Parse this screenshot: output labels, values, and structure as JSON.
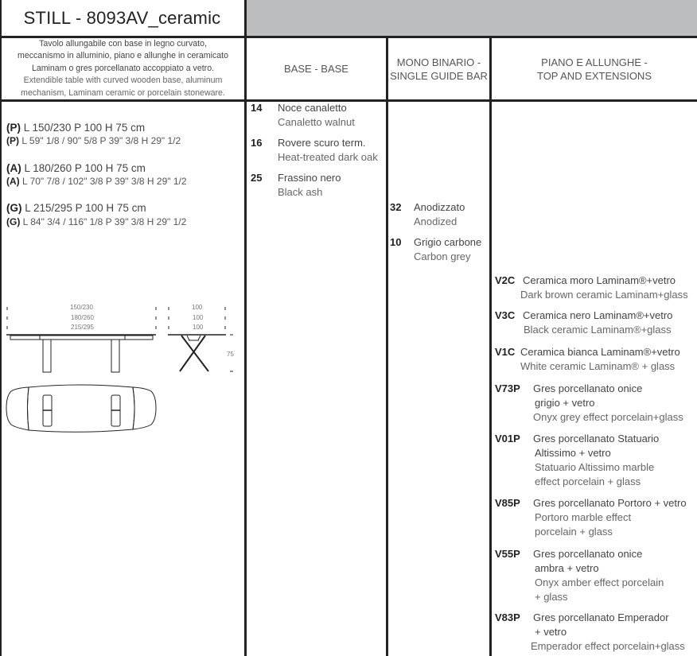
{
  "header": {
    "title": "STILL - 8093AV_ceramic",
    "band_color": "#bcbdbf"
  },
  "description": {
    "it": [
      "Tavolo allungabile con base in legno curvato,",
      "meccanismo in alluminio, piano e allunghe in ceramicato",
      "Laminam o gres porcellanato accoppiato a vetro."
    ],
    "en": [
      "Extendible table with curved wooden base, aluminum",
      "mechanism, Laminam ceramic or porcelain stoneware."
    ]
  },
  "columns": {
    "base": "BASE - BASE",
    "guide_line1": "MONO BINARIO -",
    "guide_line2": "SINGLE GUIDE BAR",
    "top_line1": "PIANO E ALLUNGHE -",
    "top_line2": "TOP AND EXTENSIONS"
  },
  "sizes": [
    {
      "code": "(P)",
      "cm": "L 150/230 P 100 H 75 cm",
      "inch": "L 59\" 1/8 / 90\" 5/8 P 39\" 3/8 H 29\" 1/2"
    },
    {
      "code": "(A)",
      "cm": "L 180/260 P 100 H 75 cm",
      "inch": "L 70\" 7/8 / 102\" 3/8 P 39\" 3/8 H 29\" 1/2"
    },
    {
      "code": "(G)",
      "cm": "L 215/295 P 100 H 75 cm",
      "inch": "L  84\" 3/4 / 116\" 1/8 P 39\" 3/8 H 29\" 1/2"
    }
  ],
  "drawing": {
    "lengths": [
      "150/230",
      "180/260",
      "215/295"
    ],
    "depths": [
      "100",
      "100",
      "100"
    ],
    "height": "75"
  },
  "base_finishes": [
    {
      "code": "14",
      "it": "Noce canaletto",
      "en": "Canaletto walnut"
    },
    {
      "code": "16",
      "it": "Rovere scuro term.",
      "en": "Heat-treated dark oak"
    },
    {
      "code": "25",
      "it": "Frassino nero",
      "en": "Black ash"
    }
  ],
  "guide_finishes": [
    {
      "code": "32",
      "it": "Anodizzato",
      "en": "Anodized"
    },
    {
      "code": "10",
      "it": "Grigio carbone",
      "en": "Carbon grey"
    }
  ],
  "tops": [
    {
      "code": "V2C",
      "it": [
        "Ceramica moro Laminam®+vetro"
      ],
      "en": [
        "Dark brown ceramic Laminam+glass"
      ]
    },
    {
      "code": "V3C",
      "it": [
        "Ceramica nero Laminam®+vetro"
      ],
      "en": [
        "Black ceramic Laminam®+glass"
      ]
    },
    {
      "code": "V1C",
      "it": [
        "Ceramica bianca Laminam®+vetro"
      ],
      "en": [
        "White ceramic Laminam® + glass"
      ]
    },
    {
      "code": "V73P",
      "it": [
        "Gres porcellanato onice",
        "grigio + vetro"
      ],
      "en": [
        "Onyx grey effect porcelain+glass"
      ]
    },
    {
      "code": "V01P",
      "it": [
        "Gres porcellanato Statuario",
        "Altissimo + vetro"
      ],
      "en": [
        "Statuario Altissimo marble",
        "effect porcelain + glass"
      ]
    },
    {
      "code": "V85P",
      "it": [
        "Gres porcellanato Portoro + vetro"
      ],
      "en": [
        "Portoro marble effect",
        "porcelain + glass"
      ]
    },
    {
      "code": "V55P",
      "it": [
        "Gres porcellanato onice",
        "ambra + vetro"
      ],
      "en": [
        "Onyx amber effect porcelain",
        "+ glass"
      ]
    },
    {
      "code": "V83P",
      "it": [
        "Gres porcellanato Emperador",
        "+ vetro"
      ],
      "en": [
        "Emperador effect porcelain+glass"
      ]
    }
  ]
}
